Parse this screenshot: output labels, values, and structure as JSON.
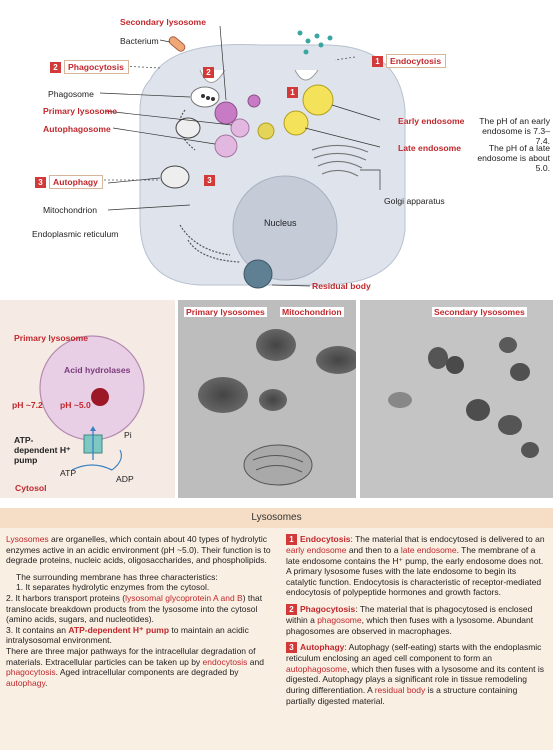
{
  "diagram": {
    "labels": {
      "secondary_lysosome": "Secondary lysosome",
      "bacterium": "Bacterium",
      "phagosome": "Phagosome",
      "primary_lysosome": "Primary lysosome",
      "autophagosome": "Autophagosome",
      "mitochondrion": "Mitochondrion",
      "endoplasmic_reticulum": "Endoplasmic reticulum",
      "nucleus": "Nucleus",
      "golgi_apparatus": "Golgi apparatus",
      "residual_body": "Residual body",
      "early_endosome": "Early endosome",
      "late_endosome": "Late endosome",
      "early_ph_note": "The pH of an early endosome is 7.3–7.4.",
      "late_ph_note": "The pH of a late endosome is about 5.0."
    },
    "pathways": [
      {
        "number": "1",
        "label": "Endocytosis"
      },
      {
        "number": "2",
        "label": "Phagocytosis"
      },
      {
        "number": "3",
        "label": "Autophagy"
      }
    ]
  },
  "micrographs": {
    "left_labels": [
      "Primary lysosomes",
      "Mitochondrion"
    ],
    "right_labels": [
      "Secondary lysosomes"
    ]
  },
  "hydrolase_panel": {
    "title": "Primary lysosome",
    "enzymes": "Acid hydrolases",
    "ph_outside": "pH ~7.2",
    "ph_inside": "pH ~5.0",
    "pump": "ATP-dependent H⁺ pump",
    "pi": "Pi",
    "atp": "ATP",
    "adp": "ADP",
    "cytosol": "Cytosol"
  },
  "text_panel": {
    "title": "Lysosomes",
    "left": {
      "intro_term": "Lysosomes",
      "intro": " are organelles, which contain about 40 types of hydrolytic enzymes active in an acidic environment (pH ~5.0). Their function is to degrade proteins, nucleic acids, oligosaccharides, and phospholipids.",
      "membrane_intro": "The surrounding membrane has three characteristics:",
      "item1": "1. It separates hydrolytic enzymes from the cytosol.",
      "item2_a": "2. It harbors transport proteins (",
      "item2_term": "lysosomal glycoprotein A and B",
      "item2_b": ") that translocate breakdown products from the lysosome into the cytosol (amino acids, sugars, and nucleotides).",
      "item3_a": "3. It contains an ",
      "item3_term": "ATP-dependent H⁺ pump",
      "item3_b": " to maintain an acidic intralysosomal environment.",
      "pathways_a": "There are three major pathways for the intracellular degradation of materials. Extracellular  particles can be taken up by ",
      "endocytosis": "endocytosis",
      "and": " and ",
      "phagocytosis": "phagocytosis",
      "pathways_b": ". Aged intracellular components are degraded by ",
      "autophagy": "autophagy",
      "period": "."
    },
    "right": {
      "endo_num": "1",
      "endo_term": "Endocytosis",
      "endo_a": ": The material that is endocytosed is delivered to an ",
      "endo_early": "early endosome",
      "endo_b": " and then to a ",
      "endo_late": "late endosome",
      "endo_c": ". The membrane of a late endosome contains the H⁺ pump, the early endosome does not. A primary lysosome fuses with the late endosome to begin its catalytic function.  Endocytosis is characteristic of receptor-mediated endocytosis of polypeptide hormones and growth factors.",
      "phago_num": "2",
      "phago_term": "Phagocytosis",
      "phago_a": ": The material that is phagocytosed is enclosed within a ",
      "phago_phagosome": "phagosome",
      "phago_b": ", which then fuses with a lysosome. Abundant phagosomes are observed in macrophages.",
      "auto_num": "3",
      "auto_term": "Autophagy",
      "auto_a": ": Autophagy (self-eating) starts with the endoplasmic reticulum enclosing an aged cell component to form an ",
      "auto_autophagosome": "autophagosome",
      "auto_b": ", which then fuses with a lysosome and its content is digested.  Autophagy plays a significant role in tissue remodeling during differentiation. A ",
      "auto_residual": "residual body",
      "auto_c": " is a structure containing partially digested material."
    }
  }
}
